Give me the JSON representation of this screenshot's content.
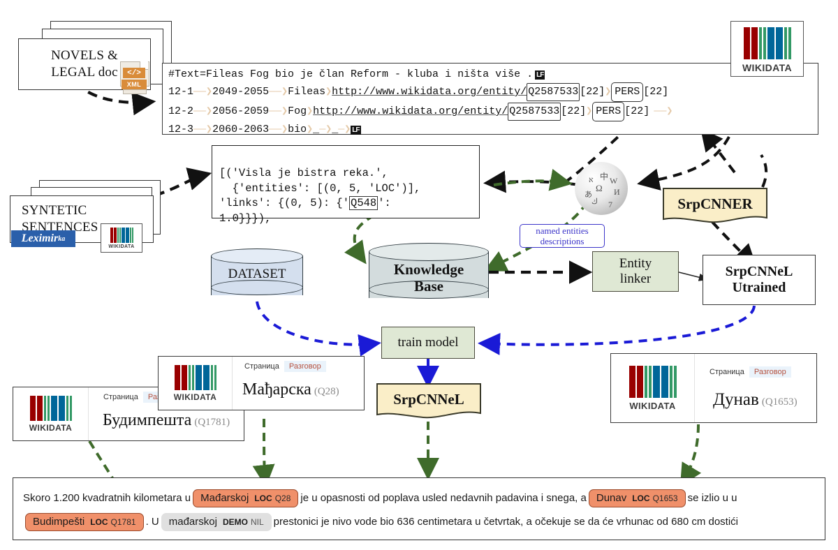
{
  "sources": {
    "novels": {
      "line1": "NOVELS &",
      "line2": "LEGAL doc",
      "icon": "xml-file-icon",
      "icon_label": "XML",
      "icon_code": "</>"
    },
    "synthetic": {
      "line1": "SYNTETIC",
      "line2": "SENTENCES",
      "badge": "Leximir",
      "badge_sup": "ka",
      "logo": "WIKIDATA"
    }
  },
  "conll": {
    "header": "#Text=Fileas Fog bio je član Reform - kluba i ništa više .",
    "header_lf": "LF",
    "rows": [
      {
        "id": "12-1",
        "span": "2049-2055",
        "token": "Fileas",
        "uri": "http://www.wikidata.org/entity/",
        "qid": "Q2587533",
        "count1": "[22]",
        "type": "PERS",
        "count2": "[22]"
      },
      {
        "id": "12-2",
        "span": "2056-2059",
        "token": "Fog",
        "uri": "http://www.wikidata.org/entity/",
        "qid": "Q2587533",
        "count1": "[22]",
        "type": "PERS",
        "count2": "[22]"
      },
      {
        "id": "12-3",
        "span": "2060-2063",
        "token": "bio",
        "uri": "_",
        "qid": "_",
        "count1": "",
        "type": "",
        "count2": "",
        "lf": "LF"
      }
    ]
  },
  "pytuple": {
    "l1": "[('Visla je bistra reka.',",
    "l2a": "  {'entities': [(0, 5, 'LOC')],",
    "l3a": "'links': {(0, 5): {'",
    "l3_qid": "Q548",
    "l3b": "':",
    "l4": "1.0}}}),"
  },
  "nodes": {
    "dataset": "DATASET",
    "knowledge_base_l1": "Knowledge",
    "knowledge_base_l2": "Base",
    "entity_linker_l1": "Entity",
    "entity_linker_l2": "linker",
    "srpcnner": "SrpCNNER",
    "srpcnnel_untrained_l1": "SrpCNNeL",
    "srpcnnel_untrained_l2": "Utrained",
    "train_model": "train model",
    "srpcnnel": "SrpCNNeL",
    "callout_l1": "named entities",
    "callout_l2": "descriptions",
    "wikidata_logo": "WIKIDATA",
    "wikipedia_globe": "wikipedia-globe-icon"
  },
  "entity_cards": [
    {
      "name": "card-budimpesta",
      "logo": "WIKIDATA",
      "tab1": "Страница",
      "tab2": "Разговор",
      "title": "Будимпешта",
      "qid": "(Q1781)"
    },
    {
      "name": "card-madjarska",
      "logo": "WIKIDATA",
      "tab1": "Страница",
      "tab2": "Разговор",
      "title": "Мађарска",
      "qid": "(Q28)"
    },
    {
      "name": "card-dunav",
      "logo": "WIKIDATA",
      "tab1": "Страница",
      "tab2": "Разговор",
      "title": "Дунав",
      "qid": "(Q1653)"
    }
  ],
  "sentence": {
    "t1": "Skoro 1.200 kvadratnih kilometara u",
    "c1": {
      "word": "Mađarskoj",
      "tag": "LOC",
      "qid": "Q28"
    },
    "t2": "je u opasnosti od poplava usled nedavnih padavina i snega, a",
    "c2": {
      "word": "Dunav",
      "tag": "LOC",
      "qid": "Q1653"
    },
    "t3": "se izlio u u",
    "c3": {
      "word": "Budimpešti",
      "tag": "LOC",
      "qid": "Q1781"
    },
    "t4": ". U",
    "c4": {
      "word": "mađarskoj",
      "tag": "DEMO",
      "qid": "NIL"
    },
    "t5": "prestonici je nivo vode bio 636 centimetara u četvrtak, a očekuje se da će vrhunac od 680 cm dostići"
  },
  "colors": {
    "chip_entity": "#f0906a",
    "chip_entity_border": "#9a4a2c",
    "chip_nil": "#e0e0e0",
    "green_box": "#dfe8d4",
    "cream_box": "#faeec8",
    "cyl_blue": "#d4dfee",
    "cyl_gray": "#d3dcdd",
    "callout_text": "#3b34c9",
    "green_arrow": "#3f6b2b",
    "blue_arrow": "#1a1ad6",
    "black_arrow": "#111111",
    "wikidata_red": "#990000",
    "wikidata_green": "#339966",
    "wikidata_blue": "#006699"
  }
}
